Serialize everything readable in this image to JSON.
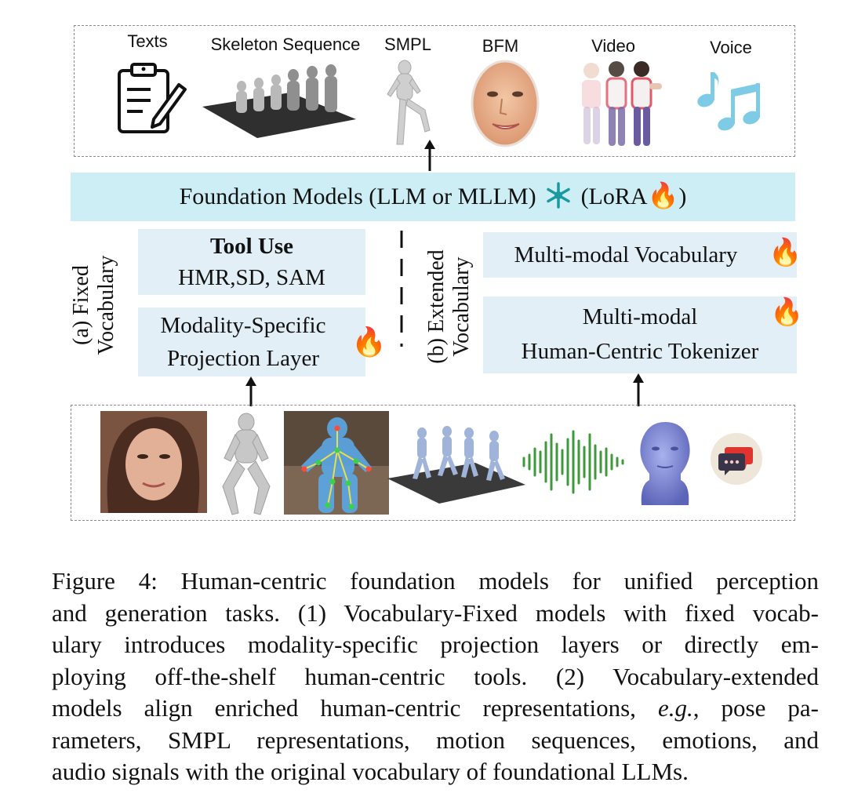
{
  "outputs": {
    "texts": "Texts",
    "skeleton": "Skeleton Sequence",
    "smpl": "SMPL",
    "bfm": "BFM",
    "video": "Video",
    "voice": "Voice"
  },
  "foundation": {
    "label": "Foundation Models (LLM or MLLM)",
    "lora_open": "(LoRA",
    "lora_close": ")"
  },
  "fixed": {
    "side_line1": "(a) Fixed",
    "side_line2": "Vocabulary",
    "tool_title": "Tool Use",
    "tool_items": "HMR,SD, SAM",
    "proj_line1": "Modality-Specific",
    "proj_line2": "Projection Layer"
  },
  "extended": {
    "side_line1": "(b) Extended",
    "side_line2": "Vocabulary",
    "vocab": "Multi-modal Vocabulary",
    "tok_line1": "Multi-modal",
    "tok_line2": "Human-Centric Tokenizer"
  },
  "caption": {
    "l1": "Figure 4: Human-centric foundation models for unified perception",
    "l2": "and generation tasks. (1) Vocabulary-Fixed models with fixed vocab-",
    "l3": "ulary introduces modality-specific projection layers or directly em-",
    "l4": "ploying off-the-shelf human-centric tools. (2) Vocabulary-extended",
    "l5a": "models align enriched human-centric representations,",
    "l5b": "e.g.",
    "l5c": ", pose pa-",
    "l6": "rameters, SMPL representations, motion sequences, emotions, and",
    "l7": "audio signals with the original vocabulary of foundational LLMs."
  },
  "colors": {
    "panel_light": "#e2eff7",
    "panel_cyan": "#cdeef4",
    "fire_orange": "#f07a12",
    "snowflake_teal": "#1a9aa0",
    "waveform_green": "#3c9a3a",
    "note_blue": "#7ecbe6"
  },
  "icons": [
    "clipboard-icon",
    "skeleton-sequence-icon",
    "smpl-body-icon",
    "bfm-face-icon",
    "video-characters-icon",
    "music-note-icon",
    "snowflake-icon",
    "fire-icon",
    "face-photo-icon",
    "body-mesh-icon",
    "pose-keypoints-icon",
    "motion-sequence-icon",
    "audio-waveform-icon",
    "face-mesh-icon",
    "chat-bubbles-icon"
  ]
}
